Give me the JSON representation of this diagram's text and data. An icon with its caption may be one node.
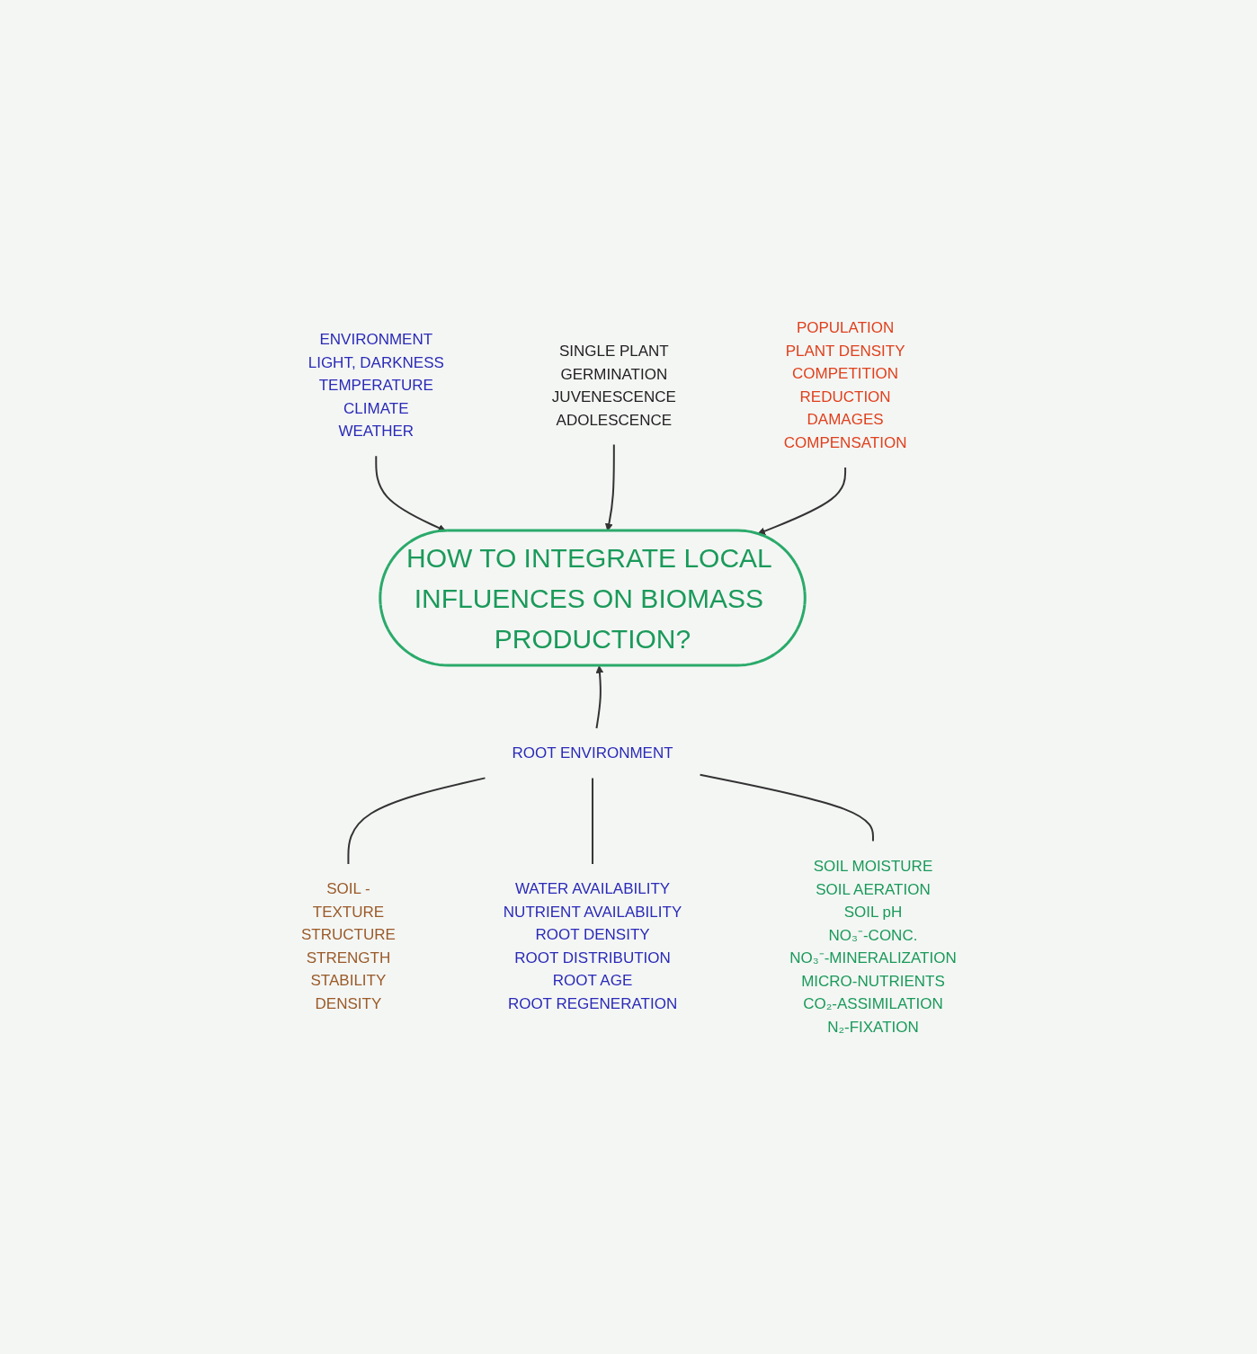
{
  "diagram": {
    "nodes": [
      {
        "text": [
          "ENVIRONMENT",
          "LIGHT, DARKNESS",
          "TEMPERATURE",
          "CLIMATE",
          "WEATHER"
        ]
      },
      {
        "text": [
          "SINGLE PLANT",
          "GERMINATION",
          "JUVENESCENCE",
          "ADOLESCENCE"
        ]
      },
      {
        "text": [
          "POPULATION",
          "PLANT DENSITY",
          "COMPETITION",
          "REDUCTION",
          "DAMAGES",
          "COMPENSATION"
        ]
      },
      {
        "text": [
          "HOW TO INTEGRATE LOCAL INFLUENCES ON BIOMASS PRODUCTION?"
        ]
      },
      {
        "text": [
          "ROOT ENVIRONMENT"
        ]
      },
      {
        "text": [
          "SOIL -",
          "TEXTURE",
          "STRUCTURE",
          "STRENGTH",
          "STABILITY",
          "DENSITY"
        ]
      },
      {
        "text": [
          "WATER AVAILABILITY",
          "NUTRIENT AVAILABILITY",
          "ROOT DENSITY",
          "ROOT DISTRIBUTION",
          "ROOT AGE",
          "ROOT REGENERATION"
        ]
      },
      {
        "text": [
          "SOIL MOISTURE",
          "SOIL AERATION",
          "SOIL pH",
          "NO₃⁻-CONC.",
          "NO₃⁻-MINERALIZATION",
          "MICRO-NUTRIENTS",
          "CO₂-ASSIMILATION",
          "N₂-FIXATION"
        ]
      }
    ],
    "edges": [
      {
        "from": 0,
        "to": 3,
        "arrow": "to"
      },
      {
        "from": 1,
        "to": 3,
        "arrow": "to"
      },
      {
        "from": 2,
        "to": 3,
        "arrow": "to"
      },
      {
        "from": 4,
        "to": 3,
        "arrow": "to"
      },
      {
        "from": 4,
        "to": 5,
        "arrow": "none"
      },
      {
        "from": 4,
        "to": 6,
        "arrow": "none"
      },
      {
        "from": 4,
        "to": 7,
        "arrow": "none"
      }
    ]
  }
}
